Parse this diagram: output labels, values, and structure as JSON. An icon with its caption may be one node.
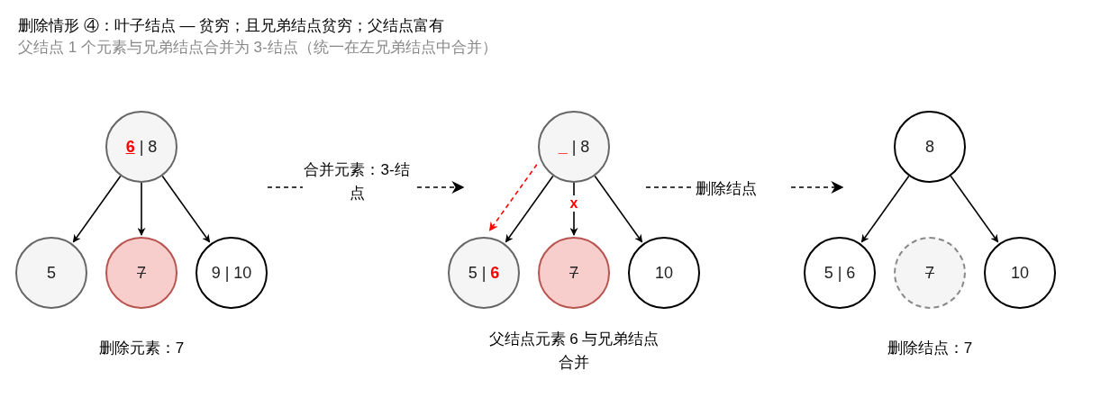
{
  "diagram": {
    "title": "删除情形 ④：叶子结点 — 贫穷；且兄弟结点贫穷；父结点富有",
    "nodes": [
      {
        "text": [
          "**6** | 8"
        ]
      },
      {
        "text": [
          "5"
        ]
      },
      {
        "text": [
          "7"
        ]
      },
      {
        "text": [
          "9 | 10"
        ]
      },
      {
        "text": [
          "**_** | 8"
        ]
      },
      {
        "text": [
          "5 | **6**"
        ]
      },
      {
        "text": [
          "7"
        ]
      },
      {
        "text": [
          "10"
        ]
      },
      {
        "text": [
          "8"
        ]
      },
      {
        "text": [
          "5 | 6"
        ]
      },
      {
        "text": [
          "7"
        ]
      },
      {
        "text": [
          "10"
        ]
      }
    ],
    "edges": [
      {
        "from": 0,
        "to": 1,
        "arrow": "to"
      },
      {
        "from": 0,
        "to": 2,
        "arrow": "to"
      },
      {
        "from": 0,
        "to": 3,
        "arrow": "to"
      },
      {
        "from": 4,
        "to": 5,
        "arrow": "to"
      },
      {
        "from": 4,
        "to": 5,
        "arrow": "to",
        "style": "dashed",
        "color": "#ff0000"
      },
      {
        "from": 4,
        "to": 6,
        "arrow": "to",
        "label": "x"
      },
      {
        "from": 4,
        "to": 7,
        "arrow": "to"
      },
      {
        "from": 8,
        "to": 9,
        "arrow": "to"
      },
      {
        "from": 8,
        "to": 11,
        "arrow": "to"
      }
    ],
    "labels": [
      "父结点 1 个元素与兄弟结点合并为 3-结点（统一在左兄弟结点中合并）",
      "合并元素：3-结点",
      "删除结点",
      "删除元素：7",
      "父结点元素 6 与兄弟结点合并",
      "删除结点：7"
    ]
  }
}
